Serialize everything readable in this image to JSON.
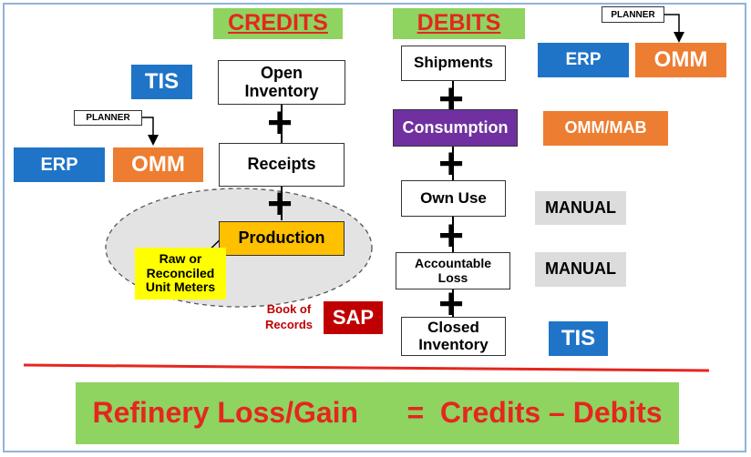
{
  "headers": {
    "credits": "CREDITS",
    "debits": "DEBITS"
  },
  "credits": {
    "open_inventory": "Open Inventory",
    "receipts": "Receipts",
    "production": "Production",
    "unit_meters": "Raw or Reconciled Unit Meters"
  },
  "debits": {
    "shipments": "Shipments",
    "consumption": "Consumption",
    "own_use": "Own Use",
    "accountable_loss": "Accountable Loss",
    "closed_inventory": "Closed Inventory"
  },
  "sources": {
    "tis_left": "TIS",
    "planner_left": "PLANNER",
    "erp_left": "ERP",
    "omm_left": "OMM",
    "planner_right": "PLANNER",
    "erp_right": "ERP",
    "omm_right": "OMM",
    "omm_mab": "OMM/MAB",
    "manual_own_use": "MANUAL",
    "manual_loss": "MANUAL",
    "tis_right": "TIS",
    "book_of_records": "Book of Records",
    "sap": "SAP"
  },
  "plus_sign": "+",
  "formula": "Refinery Loss/Gain      =  Credits – Debits",
  "colors": {
    "header_green": "#8fd360",
    "header_red": "#e5261f",
    "erp_blue": "#1f74c7",
    "omm_orange": "#ed7d31",
    "consumption_purple": "#7030a0",
    "production_yellow": "#ffc000",
    "meters_yellow": "#ffff00",
    "sap_red": "#c00000",
    "manual_gray": "#dcdcdc"
  }
}
